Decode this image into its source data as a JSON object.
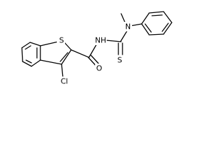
{
  "molecule": {
    "atom_labels": {
      "sulfur_ring": "S",
      "chlorine": "Cl",
      "amide_oxygen": "O",
      "amide_nitrogen": "NH",
      "thio_nitrogen": "N",
      "thiocarbonyl_sulfur": "S"
    },
    "colors": {
      "bond": "#000000",
      "text": "#000000",
      "background": "#ffffff"
    }
  }
}
